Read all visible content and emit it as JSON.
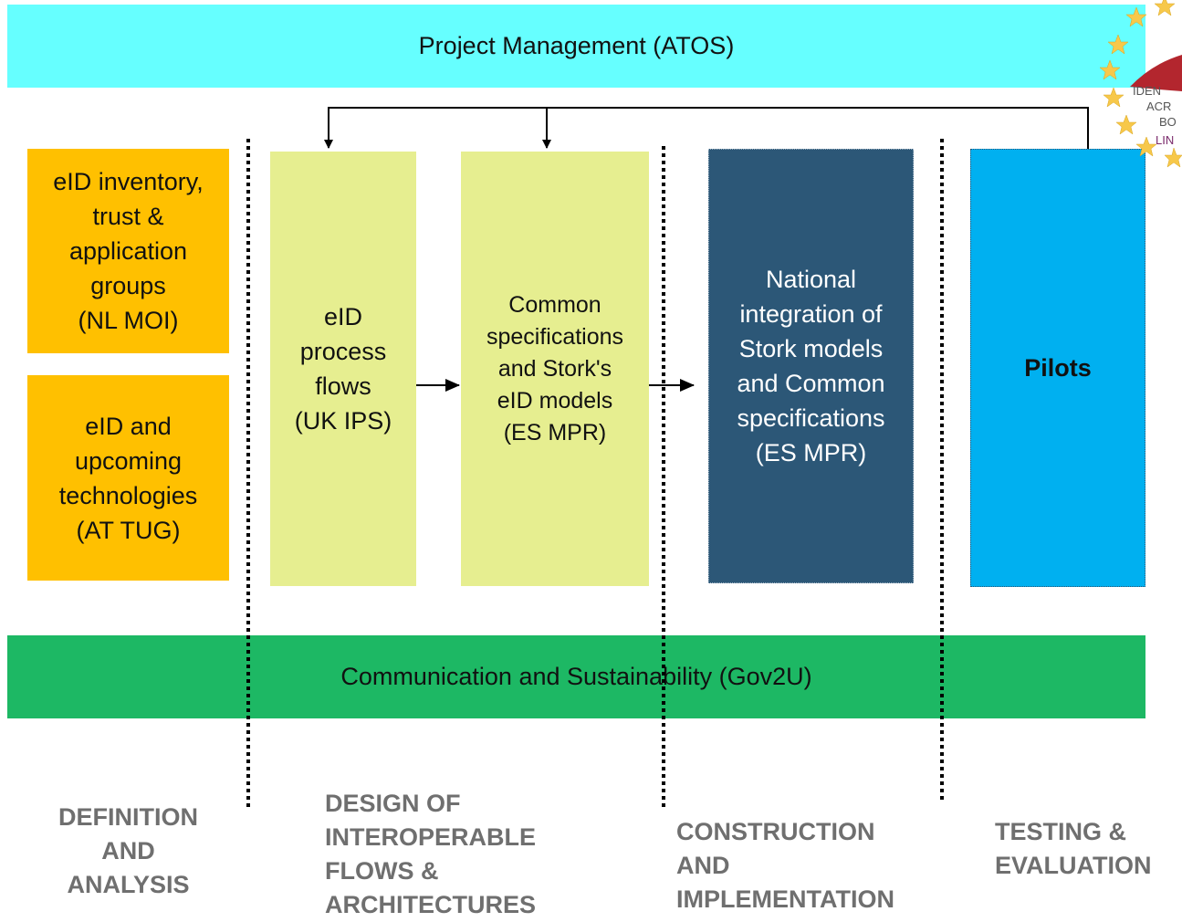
{
  "diagram": {
    "project_management": "Project Management (ATOS)",
    "communication": "Communication and Sustainability (Gov2U)",
    "boxes": {
      "inventory": "eID inventory,\ntrust &\napplication\ngroups\n(NL MOI)",
      "technologies": "eID and\nupcoming\ntechnologies\n(AT TUG)",
      "process_flows": "eID\nprocess\nflows\n(UK IPS)",
      "common_specs": "Common\nspecifications\nand Stork's\neID models\n(ES MPR)",
      "national_integration": "National\nintegration of\nStork models\nand Common\nspecifications\n(ES MPR)",
      "pilots": "Pilots"
    },
    "phases": {
      "definition": "DEFINITION\nAND\nANALYSIS",
      "design": "DESIGN OF\nINTEROPERABLE\nFLOWS &\nARCHITECTURES",
      "construction": "CONSTRUCTION\nAND\nIMPLEMENTATION",
      "testing": "TESTING &\nEVALUATION"
    },
    "colors": {
      "project_management": "#66ffff",
      "communication": "#1db864",
      "analysis_boxes": "#ffc000",
      "design_boxes": "#e6ee90",
      "national_integration": "#2c5777",
      "pilots": "#00b0f0",
      "phase_text": "#6f6f6f"
    },
    "logo_icon": "eu-stars-logo-icon"
  }
}
